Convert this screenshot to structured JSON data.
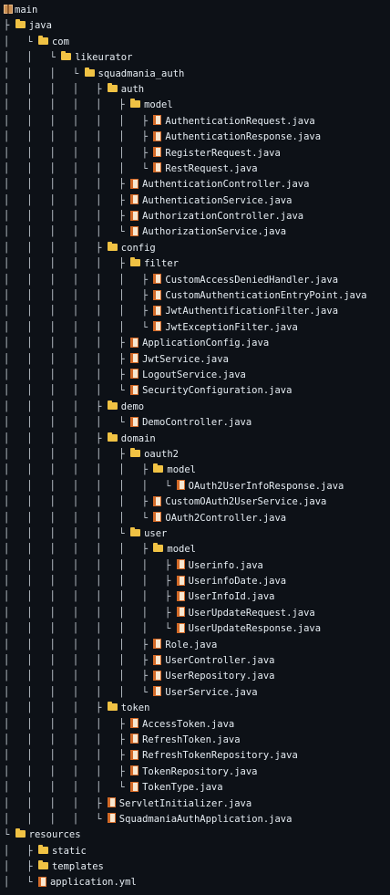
{
  "tree": [
    {
      "prefix": "",
      "icon": "package-icon",
      "name": "main"
    },
    {
      "prefix": "├ ",
      "icon": "folder-icon",
      "name": "java"
    },
    {
      "prefix": "│   └ ",
      "icon": "folder-icon",
      "name": "com"
    },
    {
      "prefix": "│   │   └ ",
      "icon": "folder-icon",
      "name": "likeurator"
    },
    {
      "prefix": "│   │   │   └ ",
      "icon": "folder-icon",
      "name": "squadmania_auth"
    },
    {
      "prefix": "│   │   │   │   ├ ",
      "icon": "folder-icon",
      "name": "auth"
    },
    {
      "prefix": "│   │   │   │   │   ├ ",
      "icon": "folder-icon",
      "name": "model"
    },
    {
      "prefix": "│   │   │   │   │   │   ├ ",
      "icon": "file-icon",
      "name": "AuthenticationRequest.java"
    },
    {
      "prefix": "│   │   │   │   │   │   ├ ",
      "icon": "file-icon",
      "name": "AuthenticationResponse.java"
    },
    {
      "prefix": "│   │   │   │   │   │   ├ ",
      "icon": "file-icon",
      "name": "RegisterRequest.java"
    },
    {
      "prefix": "│   │   │   │   │   │   └ ",
      "icon": "file-icon",
      "name": "RestRequest.java"
    },
    {
      "prefix": "│   │   │   │   │   ├ ",
      "icon": "file-icon",
      "name": "AuthenticationController.java"
    },
    {
      "prefix": "│   │   │   │   │   ├ ",
      "icon": "file-icon",
      "name": "AuthenticationService.java"
    },
    {
      "prefix": "│   │   │   │   │   ├ ",
      "icon": "file-icon",
      "name": "AuthorizationController.java"
    },
    {
      "prefix": "│   │   │   │   │   └ ",
      "icon": "file-icon",
      "name": "AuthorizationService.java"
    },
    {
      "prefix": "│   │   │   │   ├ ",
      "icon": "folder-icon",
      "name": "config"
    },
    {
      "prefix": "│   │   │   │   │   ├ ",
      "icon": "folder-icon",
      "name": "filter"
    },
    {
      "prefix": "│   │   │   │   │   │   ├ ",
      "icon": "file-icon",
      "name": "CustomAccessDeniedHandler.java"
    },
    {
      "prefix": "│   │   │   │   │   │   ├ ",
      "icon": "file-icon",
      "name": "CustomAuthenticationEntryPoint.java"
    },
    {
      "prefix": "│   │   │   │   │   │   ├ ",
      "icon": "file-icon",
      "name": "JwtAuthentificationFilter.java"
    },
    {
      "prefix": "│   │   │   │   │   │   └ ",
      "icon": "file-icon",
      "name": "JwtExceptionFilter.java"
    },
    {
      "prefix": "│   │   │   │   │   ├ ",
      "icon": "file-icon",
      "name": "ApplicationConfig.java"
    },
    {
      "prefix": "│   │   │   │   │   ├ ",
      "icon": "file-icon",
      "name": "JwtService.java"
    },
    {
      "prefix": "│   │   │   │   │   ├ ",
      "icon": "file-icon",
      "name": "LogoutService.java"
    },
    {
      "prefix": "│   │   │   │   │   └ ",
      "icon": "file-icon",
      "name": "SecurityConfiguration.java"
    },
    {
      "prefix": "│   │   │   │   ├ ",
      "icon": "folder-icon",
      "name": "demo"
    },
    {
      "prefix": "│   │   │   │   │   └ ",
      "icon": "file-icon",
      "name": "DemoController.java"
    },
    {
      "prefix": "│   │   │   │   ├ ",
      "icon": "folder-icon",
      "name": "domain"
    },
    {
      "prefix": "│   │   │   │   │   ├ ",
      "icon": "folder-icon",
      "name": "oauth2"
    },
    {
      "prefix": "│   │   │   │   │   │   ├ ",
      "icon": "folder-icon",
      "name": "model"
    },
    {
      "prefix": "│   │   │   │   │   │   │   └ ",
      "icon": "file-icon",
      "name": "OAuth2UserInfoResponse.java"
    },
    {
      "prefix": "│   │   │   │   │   │   ├ ",
      "icon": "file-icon",
      "name": "CustomOAuth2UserService.java"
    },
    {
      "prefix": "│   │   │   │   │   │   └ ",
      "icon": "file-icon",
      "name": "OAuth2Controller.java"
    },
    {
      "prefix": "│   │   │   │   │   └ ",
      "icon": "folder-icon",
      "name": "user"
    },
    {
      "prefix": "│   │   │   │   │   │   ├ ",
      "icon": "folder-icon",
      "name": "model"
    },
    {
      "prefix": "│   │   │   │   │   │   │   ├ ",
      "icon": "file-icon",
      "name": "Userinfo.java"
    },
    {
      "prefix": "│   │   │   │   │   │   │   ├ ",
      "icon": "file-icon",
      "name": "UserinfoDate.java"
    },
    {
      "prefix": "│   │   │   │   │   │   │   ├ ",
      "icon": "file-icon",
      "name": "UserInfoId.java"
    },
    {
      "prefix": "│   │   │   │   │   │   │   ├ ",
      "icon": "file-icon",
      "name": "UserUpdateRequest.java"
    },
    {
      "prefix": "│   │   │   │   │   │   │   └ ",
      "icon": "file-icon",
      "name": "UserUpdateResponse.java"
    },
    {
      "prefix": "│   │   │   │   │   │   ├ ",
      "icon": "file-icon",
      "name": "Role.java"
    },
    {
      "prefix": "│   │   │   │   │   │   ├ ",
      "icon": "file-icon",
      "name": "UserController.java"
    },
    {
      "prefix": "│   │   │   │   │   │   ├ ",
      "icon": "file-icon",
      "name": "UserRepository.java"
    },
    {
      "prefix": "│   │   │   │   │   │   └ ",
      "icon": "file-icon",
      "name": "UserService.java"
    },
    {
      "prefix": "│   │   │   │   ├ ",
      "icon": "folder-icon",
      "name": "token"
    },
    {
      "prefix": "│   │   │   │   │   ├ ",
      "icon": "file-icon",
      "name": "AccessToken.java"
    },
    {
      "prefix": "│   │   │   │   │   ├ ",
      "icon": "file-icon",
      "name": "RefreshToken.java"
    },
    {
      "prefix": "│   │   │   │   │   ├ ",
      "icon": "file-icon",
      "name": "RefreshTokenRepository.java"
    },
    {
      "prefix": "│   │   │   │   │   ├ ",
      "icon": "file-icon",
      "name": "TokenRepository.java"
    },
    {
      "prefix": "│   │   │   │   │   └ ",
      "icon": "file-icon",
      "name": "TokenType.java"
    },
    {
      "prefix": "│   │   │   │   ├ ",
      "icon": "file-icon",
      "name": "ServletInitializer.java"
    },
    {
      "prefix": "│   │   │   │   └ ",
      "icon": "file-icon",
      "name": "SquadmaniaAuthApplication.java"
    },
    {
      "prefix": "└ ",
      "icon": "folder-icon",
      "name": "resources"
    },
    {
      "prefix": "│   ├ ",
      "icon": "folder-icon",
      "name": "static"
    },
    {
      "prefix": "│   ├ ",
      "icon": "folder-icon",
      "name": "templates"
    },
    {
      "prefix": "│   └ ",
      "icon": "file-icon",
      "name": "application.yml"
    }
  ]
}
